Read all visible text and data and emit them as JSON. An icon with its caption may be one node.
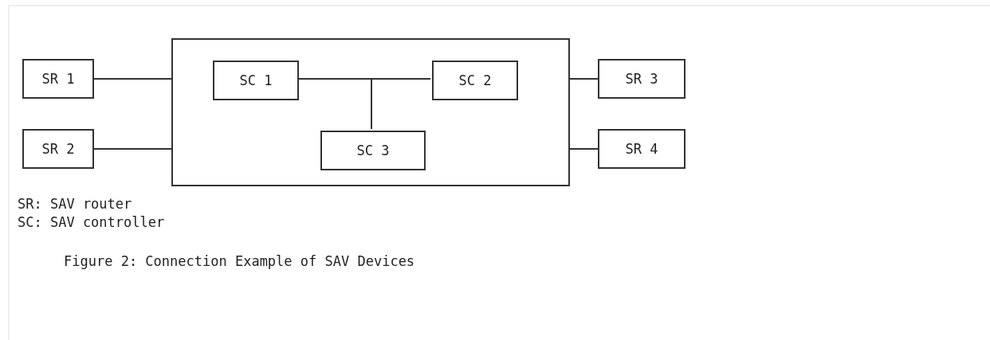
{
  "diagram": {
    "caption": "Figure 2: Connection Example of SAV Devices",
    "nodes": [
      {
        "text": [],
        "shape": "box"
      },
      {
        "text": [
          "SR 1"
        ]
      },
      {
        "text": [
          "SC 1"
        ],
        "in": 0
      },
      {
        "text": [
          "SC 2"
        ],
        "in": 0
      },
      {
        "text": [
          "SR 3"
        ]
      },
      {
        "text": [
          "SR 2"
        ]
      },
      {
        "text": [
          "SC 3"
        ],
        "in": 0
      },
      {
        "text": [
          "SR 4"
        ]
      }
    ],
    "edges": [
      {
        "from": 1,
        "to": 0,
        "arrow": "none"
      },
      {
        "from": 5,
        "to": 0,
        "arrow": "none"
      },
      {
        "from": 0,
        "to": 4,
        "arrow": "none"
      },
      {
        "from": 0,
        "to": 7,
        "arrow": "none"
      },
      {
        "from": 2,
        "to": 3,
        "arrow": "none"
      },
      {
        "from": 2,
        "to": 6,
        "arrow": "none"
      },
      {
        "from": 3,
        "to": 6,
        "arrow": "none"
      }
    ],
    "labels": [
      "SR: SAV router",
      "SC: SAV controller"
    ]
  }
}
